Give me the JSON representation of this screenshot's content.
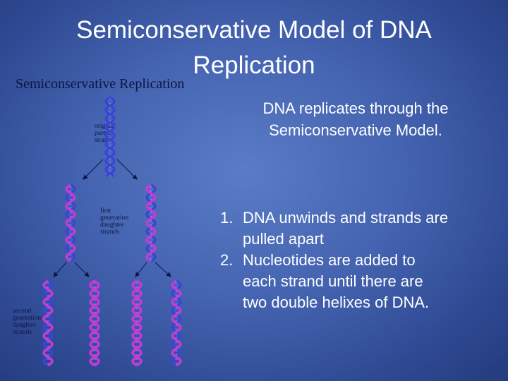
{
  "slide": {
    "title_line1": "Semiconservative Model of DNA",
    "title_line2": "Replication",
    "intro_line1": "DNA replicates through the",
    "intro_line2": "Semiconservative Model.",
    "steps": [
      {
        "number": "1.",
        "line1": "DNA unwinds and strands are",
        "line2": "pulled apart"
      },
      {
        "number": "2.",
        "line1": "Nucleotides are added to",
        "line2": "each strand until there are",
        "line3": "two double helixes of DNA."
      }
    ]
  },
  "figure": {
    "heading": "Semiconservative Replication",
    "label_parent": [
      "original",
      "parent",
      "strand"
    ],
    "label_first": [
      "first",
      "generation",
      "daughter",
      "strands"
    ],
    "label_second": [
      "second",
      "generation",
      "daughter",
      "strands"
    ],
    "colors": {
      "parent_strand": "#3a45d8",
      "new_strand": "#c43ad8",
      "text": "#0d1640"
    }
  }
}
